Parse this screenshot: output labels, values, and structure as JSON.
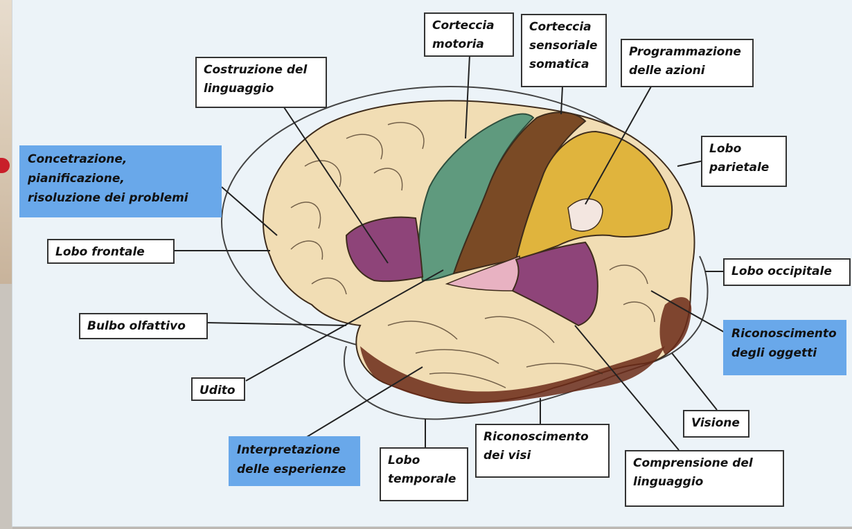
{
  "labels": {
    "corteccia_motoria": "Corteccia\nmotoria",
    "corteccia_sensoriale": "Corteccia\nsensoriale\nsomatica",
    "programmazione": "Programmazione\ndelle azioni",
    "costruzione": "Costruzione del\nlinguaggio",
    "concentrazione": "Concetrazione,\npianificazione,\nrisoluzione dei problemi",
    "lobo_parietale": "Lobo\nparietale",
    "lobo_frontale": "Lobo frontale",
    "lobo_occipitale": "Lobo occipitale",
    "bulbo": "Bulbo olfattivo",
    "riconoscimento_oggetti": "Riconoscimento\ndegli oggetti",
    "udito": "Udito",
    "visione": "Visione",
    "interpretazione": "Interpretazione\ndelle esperienze",
    "lobo_temporale": "Lobo\ntemporale",
    "riconoscimento_visi": "Riconoscimento\ndei visi",
    "comprensione": "Comprensione del\nlinguaggio"
  },
  "colors": {
    "brain_base": "#f1ddb4",
    "motor_cortex": "#5f9a7e",
    "sensory_cortex": "#7a4a25",
    "parietal_association": "#e0b43d",
    "language_areas": "#8e4479",
    "auditory": "#e8b2c2",
    "highlight_box": "#69a8ea"
  }
}
